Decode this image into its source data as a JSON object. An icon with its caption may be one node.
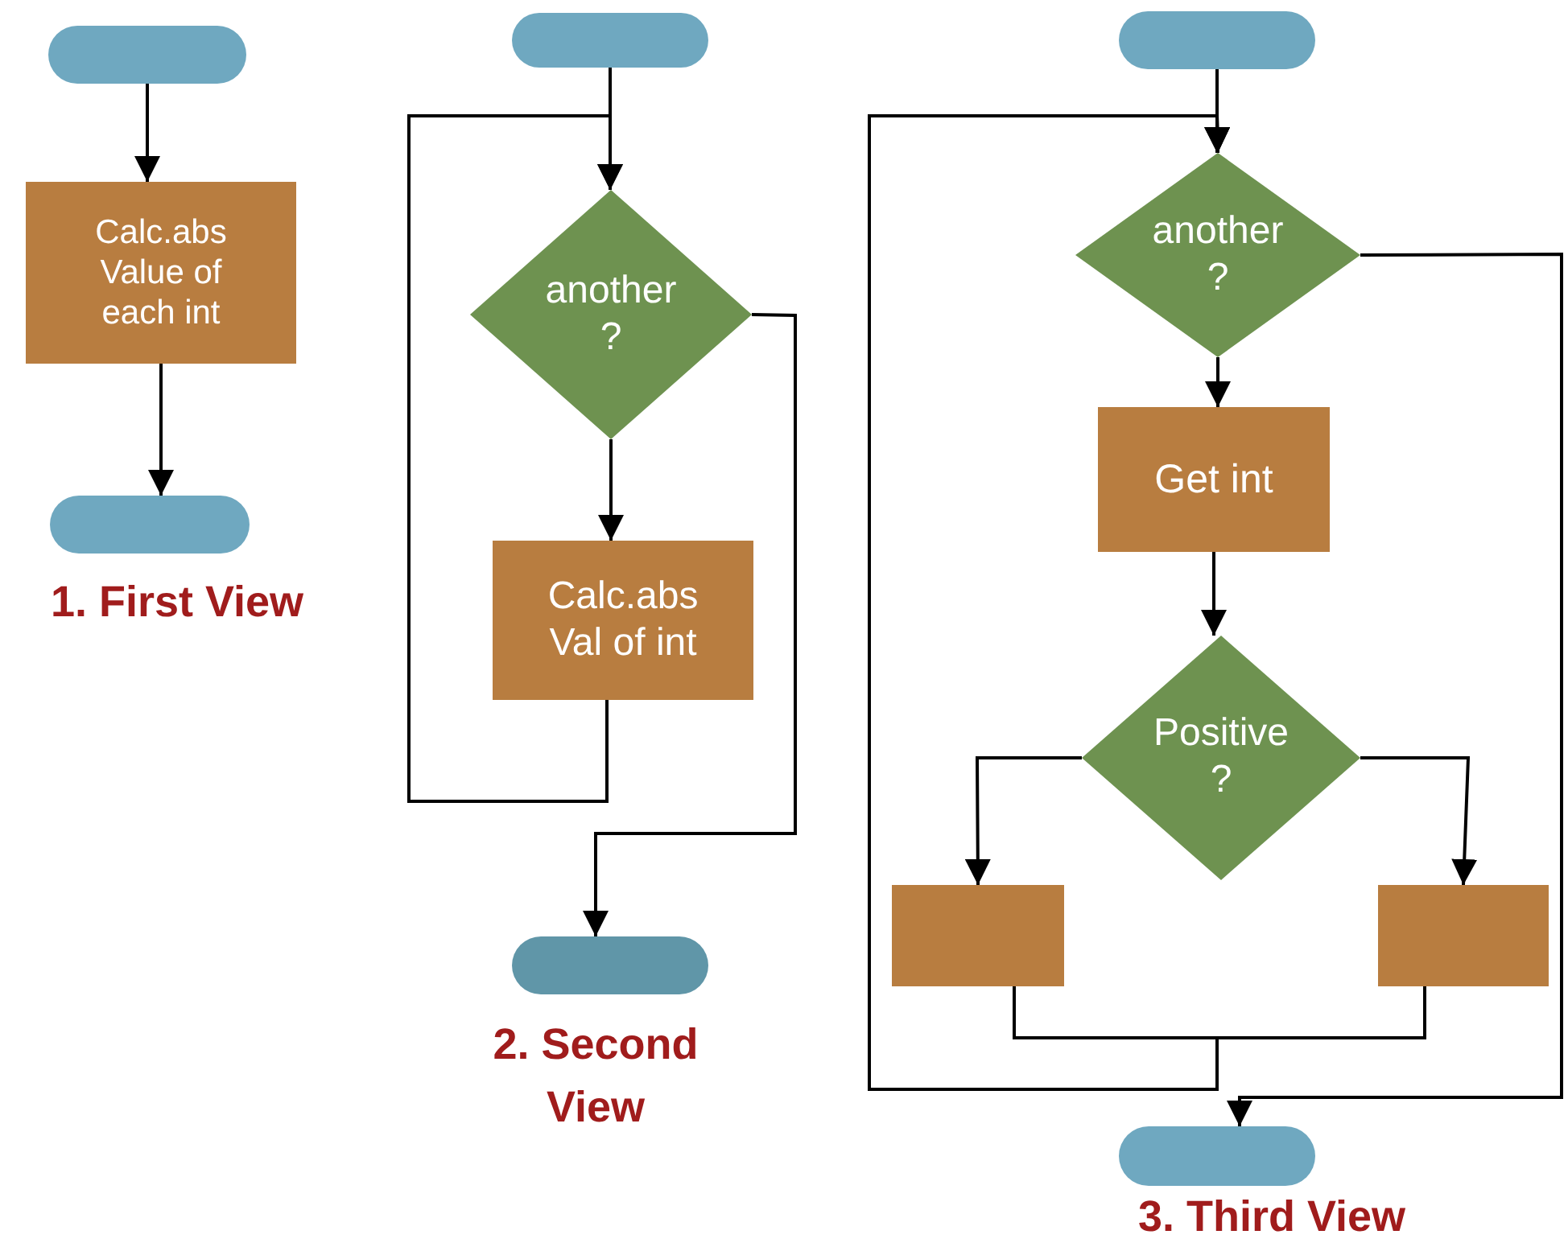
{
  "diagram": {
    "nodes": [
      {
        "text": [],
        "shape": "pill"
      },
      {
        "text": [
          "Calc.abs Value of each int"
        ]
      },
      {
        "text": [],
        "shape": "pill"
      },
      {
        "text": [],
        "shape": "pill"
      },
      {
        "text": [
          "another ?"
        ]
      },
      {
        "text": [
          "Calc.abs Val of int"
        ]
      },
      {
        "text": [],
        "shape": "pill"
      },
      {
        "text": [],
        "shape": "pill"
      },
      {
        "text": [
          "another ?"
        ]
      },
      {
        "text": [
          "Get int"
        ]
      },
      {
        "text": [
          "Positive ?"
        ]
      },
      {
        "text": [],
        "shape": "box"
      },
      {
        "text": [],
        "shape": "box"
      },
      {
        "text": [],
        "shape": "pill"
      }
    ],
    "edges": [
      {
        "from": 0,
        "to": 1,
        "arrow": "to"
      },
      {
        "from": 1,
        "to": 2,
        "arrow": "to"
      },
      {
        "from": 3,
        "to": 4,
        "arrow": "to"
      },
      {
        "from": 4,
        "to": 5,
        "arrow": "to"
      },
      {
        "from": 5,
        "to": 4,
        "arrow": "to"
      },
      {
        "from": 4,
        "to": 6,
        "arrow": "to"
      },
      {
        "from": 7,
        "to": 8,
        "arrow": "to"
      },
      {
        "from": 8,
        "to": 9,
        "arrow": "to"
      },
      {
        "from": 9,
        "to": 10,
        "arrow": "to"
      },
      {
        "from": 10,
        "to": 11,
        "arrow": "to"
      },
      {
        "from": 10,
        "to": 12,
        "arrow": "to"
      },
      {
        "from": 11,
        "to": 8,
        "arrow": "to"
      },
      {
        "from": 12,
        "to": 8,
        "arrow": "to"
      },
      {
        "from": 8,
        "to": 13,
        "arrow": "to"
      }
    ],
    "labels": [
      "1. First View",
      "2. Second View",
      "3. Third View"
    ]
  }
}
